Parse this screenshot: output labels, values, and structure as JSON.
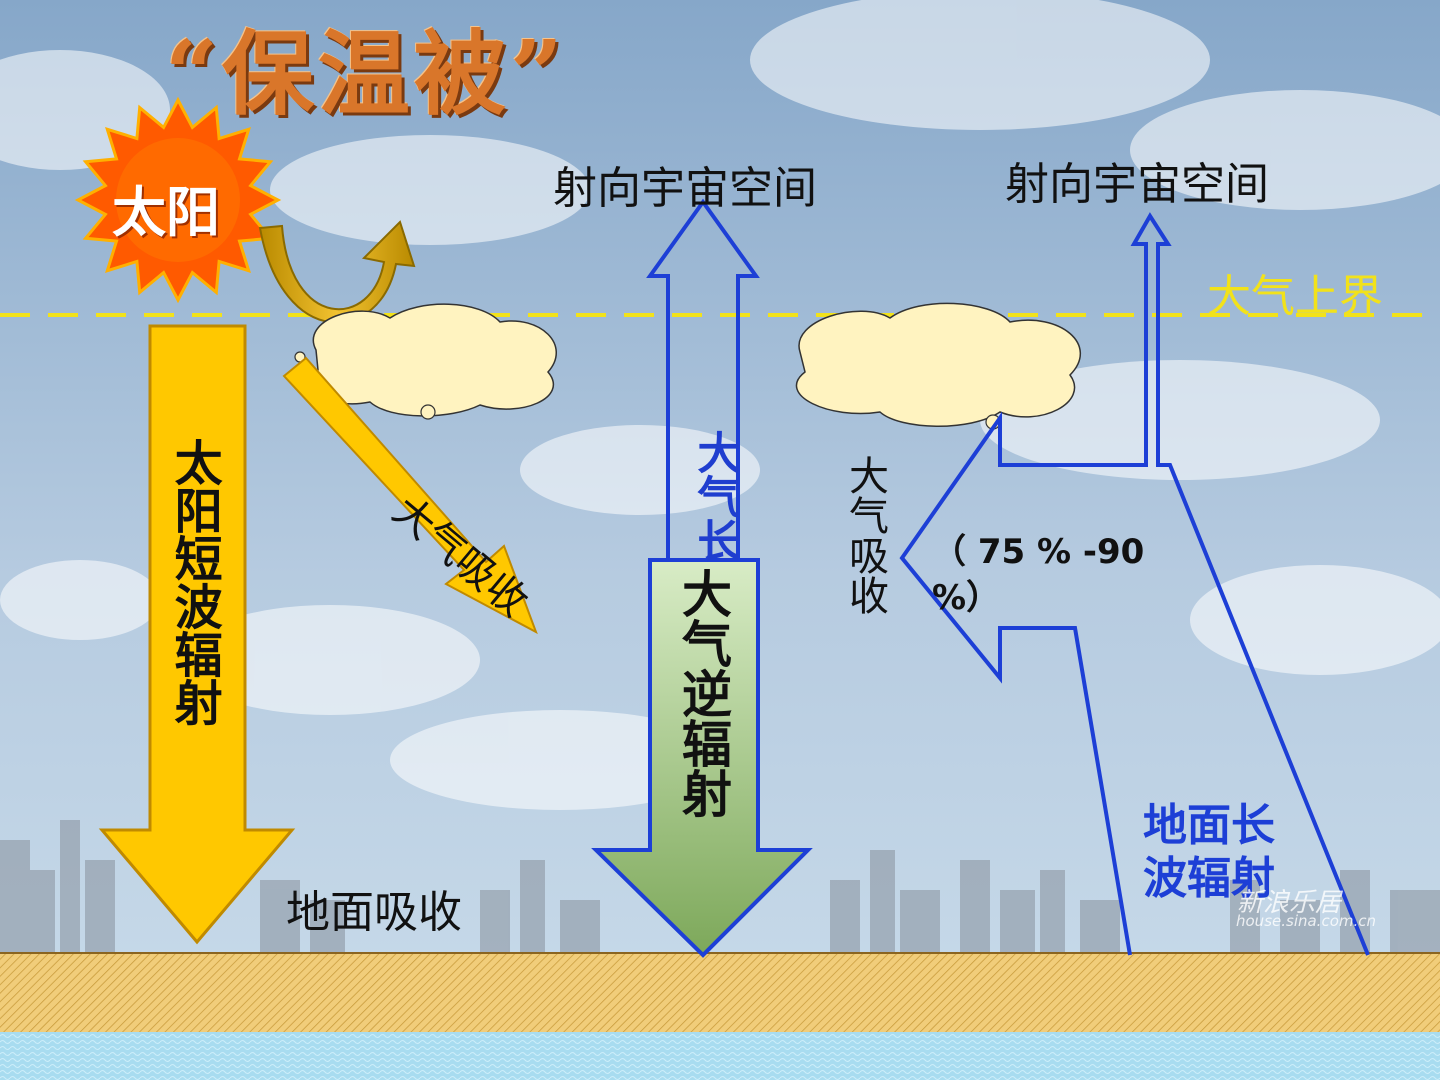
{
  "title": "“保温被”",
  "sun": {
    "label": "太阳"
  },
  "labels": {
    "to_space_left": "射向宇宙空间",
    "to_space_right": "射向宇宙空间",
    "atmosphere_top": "大气上界",
    "solar_shortwave": "太阳短波辐射",
    "atmos_absorb_left": "大气吸收",
    "atmos_counter_hidden": "大气长",
    "atmos_counter": "大气逆辐射",
    "atmos_absorb_right": "大气吸收",
    "percent": "（ 75 % -90 %）",
    "ground_absorb": "地面吸收",
    "ground_longwave": "地面长波辐射"
  },
  "watermark": {
    "brand": "新浪乐居",
    "url": "house.sina.com.cn"
  },
  "colors": {
    "sky_top": "#86a7c9",
    "sky_bottom": "#c5d8e8",
    "solar_arrow": "#ffc800",
    "solar_arrow_stroke": "#c08a00",
    "reflect_arrow": "#d6a40a",
    "longwave_line": "#1d3fd6",
    "counter_arrow_top": "#d8ecc6",
    "counter_arrow_bottom": "#7da85a",
    "sun": "#ff5a00",
    "sun_core": "#ffb000",
    "boundary_line": "#f2e21a",
    "ground": "#f1cd7a",
    "water": "#a8dcf0"
  }
}
